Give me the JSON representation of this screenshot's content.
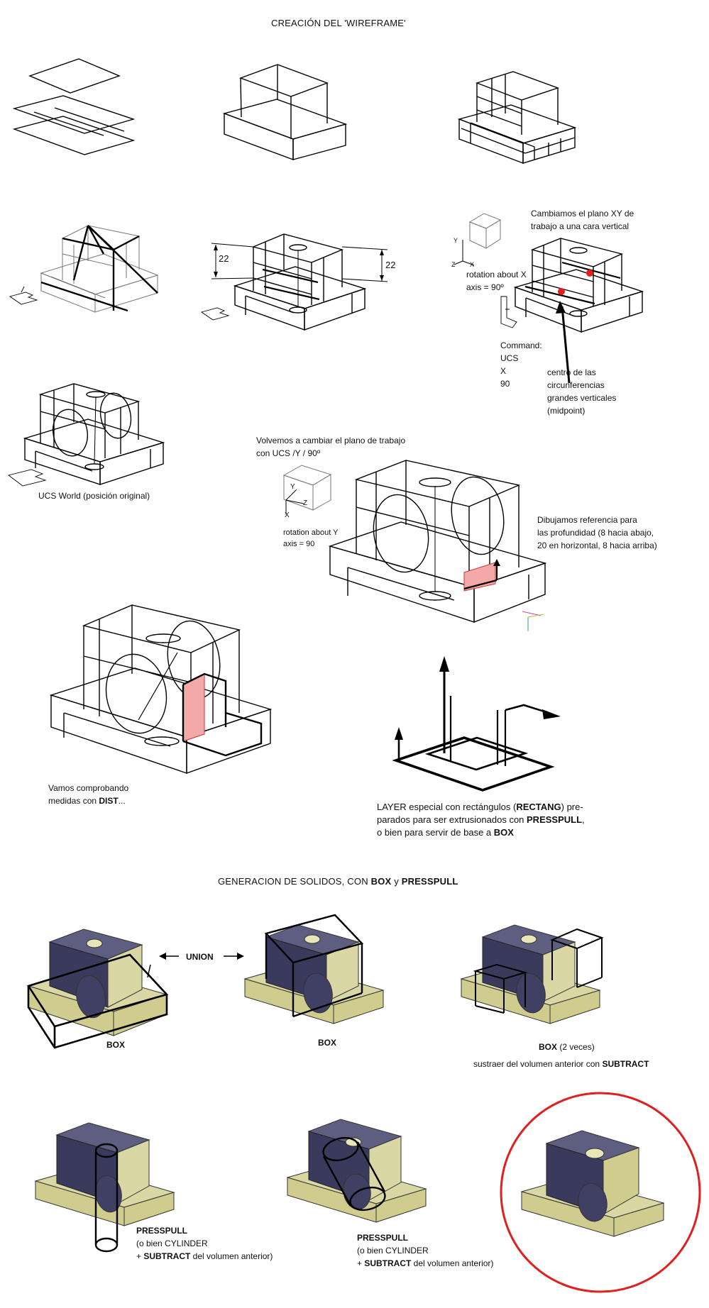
{
  "titles": {
    "wireframe": "CREACIÓN DEL 'WIREFRAME'",
    "solids_prefix": "GENERACION DE SOLIDOS, CON ",
    "solids_box": "BOX",
    "solids_y": " y ",
    "solids_presspull": "PRESSPULL"
  },
  "annotations": {
    "dim_22_left": "22",
    "dim_22_right": "22",
    "plane_xy_1": "Cambiamos el plano XY de",
    "plane_xy_2": "trabajo a una cara vertical",
    "rot_x_1": "rotation about X",
    "rot_x_2": "axis = 90º",
    "cmd_1": "Command:",
    "cmd_2": "UCS",
    "cmd_3": "X",
    "cmd_4": "90",
    "centro_1": "centro de las",
    "centro_2": "circunferencias",
    "centro_3": "grandes verticales",
    "centro_4": "(midpoint)",
    "ucs_world": "UCS World (posición original)",
    "volvemos_1": "Volvemos a cambiar el plano de trabajo",
    "volvemos_2": "con UCS /Y / 90º",
    "rot_y_1": "rotation about Y",
    "rot_y_2": "axis = 90",
    "ref_1": "Dibujamos referencia para",
    "ref_2": "las profundidad (8 hacia abajo,",
    "ref_3": "20 en horizontal, 8 hacia arriba)",
    "dist_1": "Vamos comprobando",
    "dist_2a": "medidas con ",
    "dist_2b": "DIST",
    "dist_2c": "...",
    "layer_1a": "LAYER especial con rectángulos (",
    "layer_1b": "RECTANG",
    "layer_1c": ") pre-",
    "layer_2a": "parados para ser extrusionados con ",
    "layer_2b": "PRESSPULL",
    "layer_2c": ",",
    "layer_3a": "o bien para servir de base a ",
    "layer_3b": "BOX",
    "union": "UNION",
    "box_1": "BOX",
    "box_2": "BOX",
    "box_3a": "BOX",
    "box_3b": " (2 veces)",
    "subtract_a": "sustraer del volumen anterior con ",
    "subtract_b": "SUBTRACT",
    "pp1_1": "PRESSPULL",
    "pp1_2": "(o bien CYLINDER",
    "pp1_3a": "+ ",
    "pp1_3b": "SUBTRACT",
    "pp1_3c": " del volumen anterior)",
    "pp2_1": "PRESSPULL",
    "pp2_2": "(o bien CYLINDER",
    "pp2_3a": "+ ",
    "pp2_3b": "SUBTRACT",
    "pp2_3c": " del volumen anterior)",
    "axis_y1": "Y",
    "axis_z1": "Z",
    "axis_x1": "X",
    "axis_y2": "Y",
    "axis_z2": "Z",
    "axis_x2": "X"
  },
  "colors": {
    "highlight_face": "#f4a9a9",
    "point_red": "#e02020",
    "circle_red": "#e02020",
    "solid_top": "#5e5f80",
    "solid_side": "#d9d7a3"
  }
}
